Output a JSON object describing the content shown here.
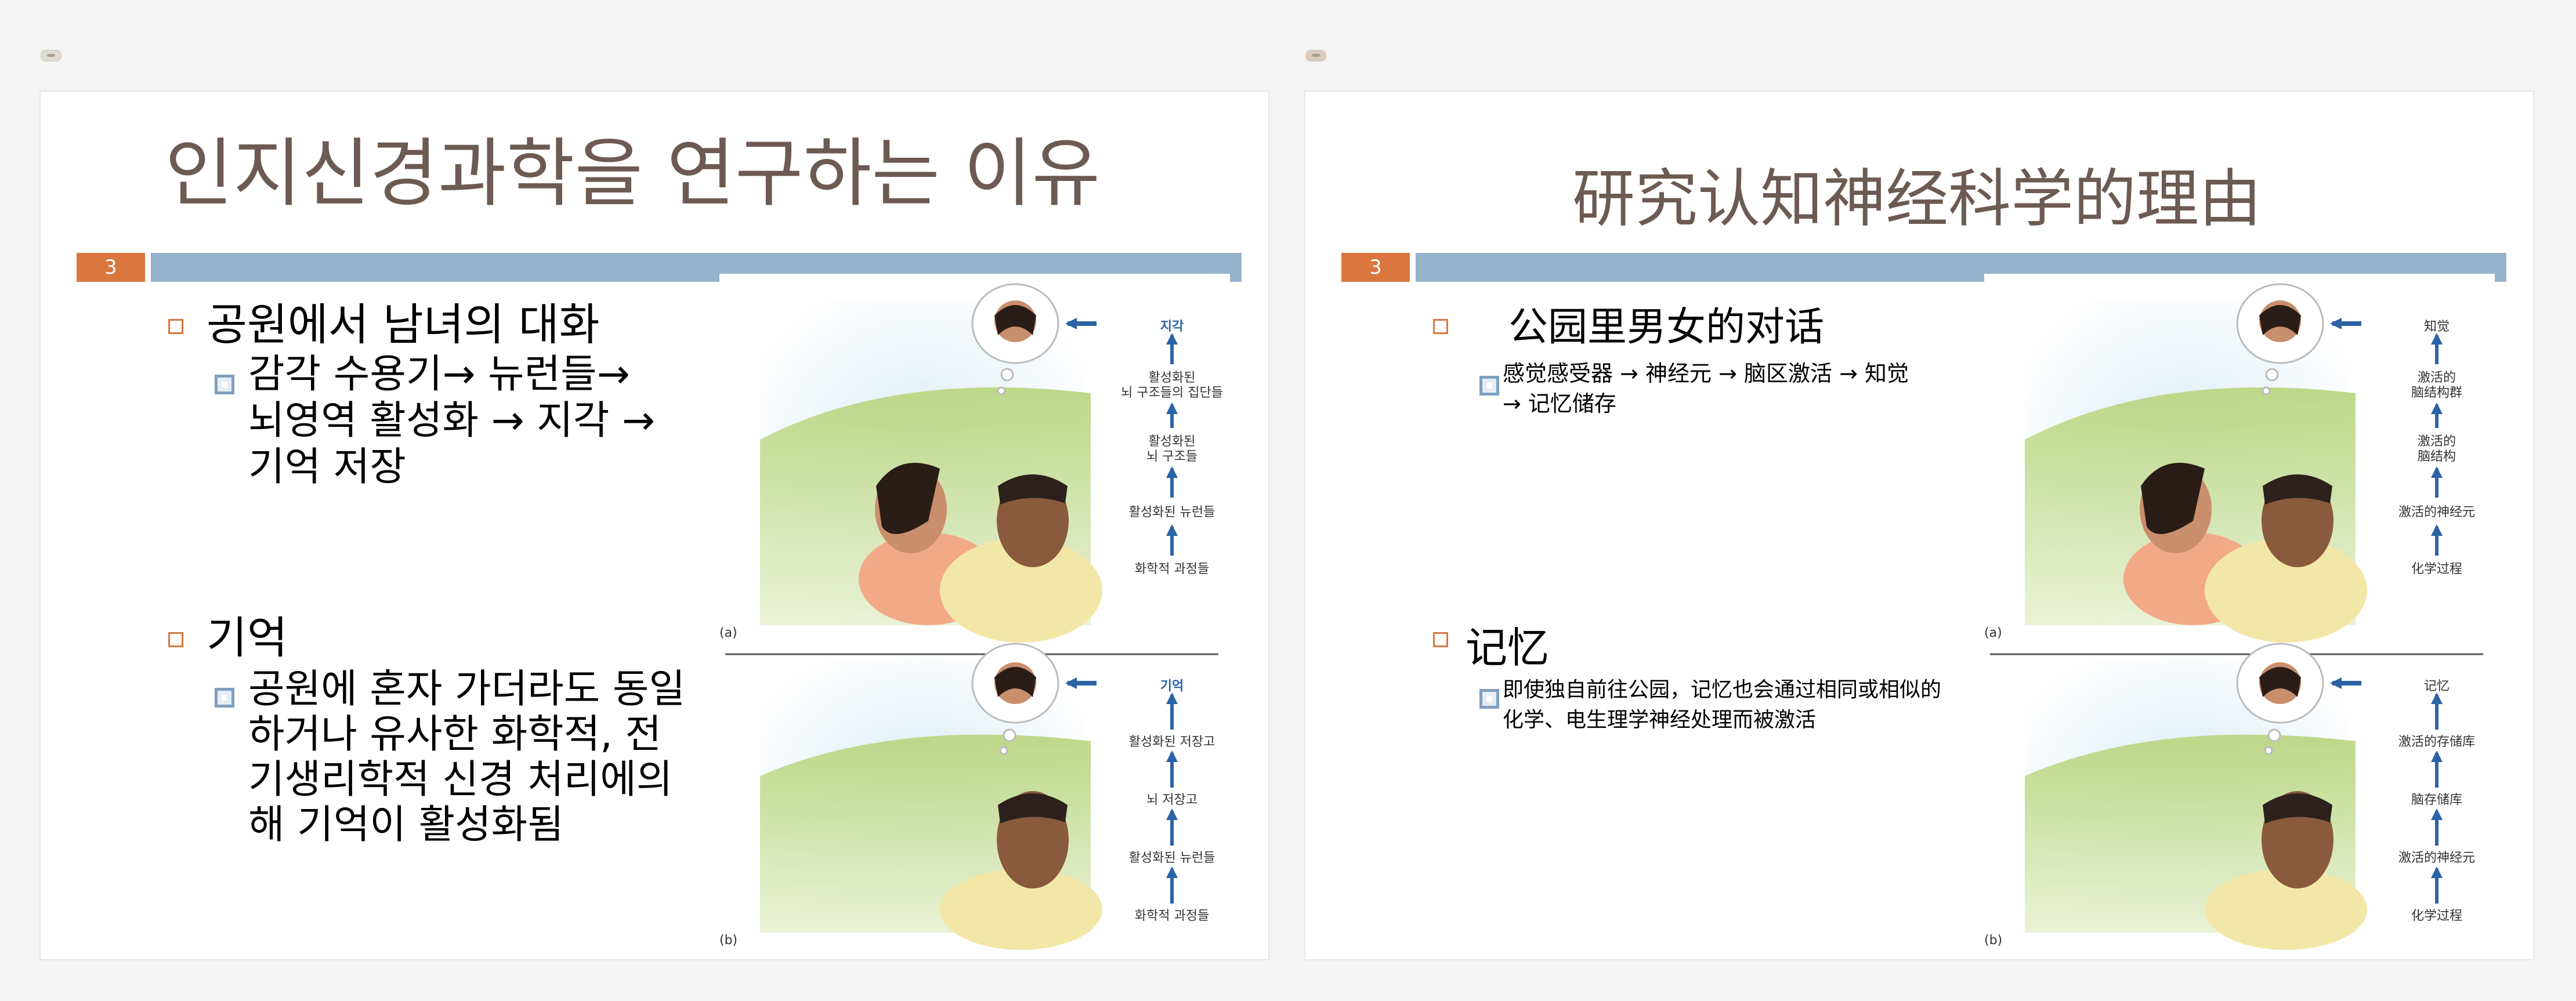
{
  "left_slide": {
    "title": "인지신경과학을 연구하는 이유",
    "slide_number": "3",
    "bullet1": "공원에서 남녀의 대화",
    "bullet1_sub_lines": [
      "감각 수용기→ 뉴런들→",
      "뇌영역 활성화 → 지각  →",
      "기억 저장"
    ],
    "bullet2": "기억",
    "bullet2_sub_lines": [
      "공원에 혼자 가더라도 동일",
      "하거나 유사한 화학적, 전",
      "기생리학적 신경 처리에의",
      "해 기억이 활성화됨"
    ],
    "figure": {
      "panel_a_label": "(a)",
      "panel_b_label": "(b)",
      "panel_a_steps": [
        "지각",
        "활성화된\n뇌 구조들의 집단들",
        "활성화된\n뇌 구조들",
        "활성화된 뉴런들",
        "화학적 과정들"
      ],
      "panel_b_steps": [
        "기억",
        "활성화된 저장고",
        "뇌 저장고",
        "활성화된 뉴런들",
        "화학적 과정들"
      ]
    }
  },
  "right_slide": {
    "title": "研究认知神经科学的理由",
    "slide_number": "3",
    "bullet1": "公园里男女的对话",
    "bullet1_sub_lines": [
      "感觉感受器 → 神经元 → 脑区激活 → 知觉",
      "→ 记忆储存"
    ],
    "bullet2": "记忆",
    "bullet2_sub_lines": [
      "即使独自前往公园，记忆也会通过相同或相似的",
      "化学、电生理学神经处理而被激活"
    ],
    "figure": {
      "panel_a_label": "(a)",
      "panel_b_label": "(b)",
      "panel_a_steps": [
        "知觉",
        "激活的\n脑结构群",
        "激活的\n脑结构",
        "激活的神经元",
        "化学过程"
      ],
      "panel_b_steps": [
        "记忆",
        "激活的存储库",
        "脑存储库",
        "激活的神经元",
        "化学过程"
      ]
    }
  },
  "colors": {
    "title": "#6c5a53",
    "accent_orange": "#d9773f",
    "band_blue": "#97b3cc",
    "arrow_blue": "#2b63a6"
  }
}
